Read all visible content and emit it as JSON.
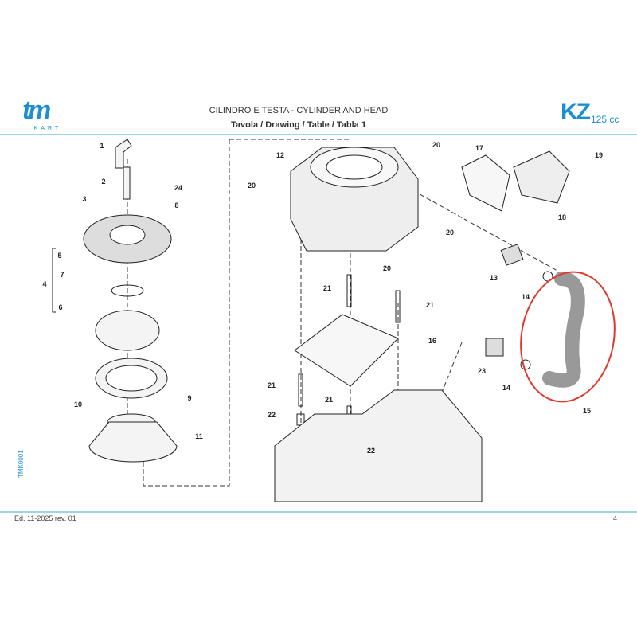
{
  "header": {
    "logo_text": "tm",
    "logo_sub": "KART",
    "title": "CILINDRO E TESTA  - CYLINDER AND HEAD",
    "subtitle": "Tavola / Drawing / Table  / Tabla 1",
    "model": "KZ",
    "displacement": "125 cc"
  },
  "side_code": "TMK0001",
  "footer": {
    "edition": "Ed. 11-2025  rev. 01",
    "page": "4"
  },
  "callouts": [
    "1",
    "2",
    "3",
    "24",
    "8",
    "5",
    "7",
    "4",
    "6",
    "9",
    "10",
    "11",
    "12",
    "20",
    "17",
    "19",
    "20",
    "20",
    "18",
    "20",
    "13",
    "14",
    "21",
    "21",
    "16",
    "23",
    "14",
    "15",
    "21",
    "22",
    "21",
    "22"
  ],
  "colors": {
    "accent": "#1b8fd2",
    "highlight": "#e0392b",
    "rule": "#9fd3e6"
  }
}
